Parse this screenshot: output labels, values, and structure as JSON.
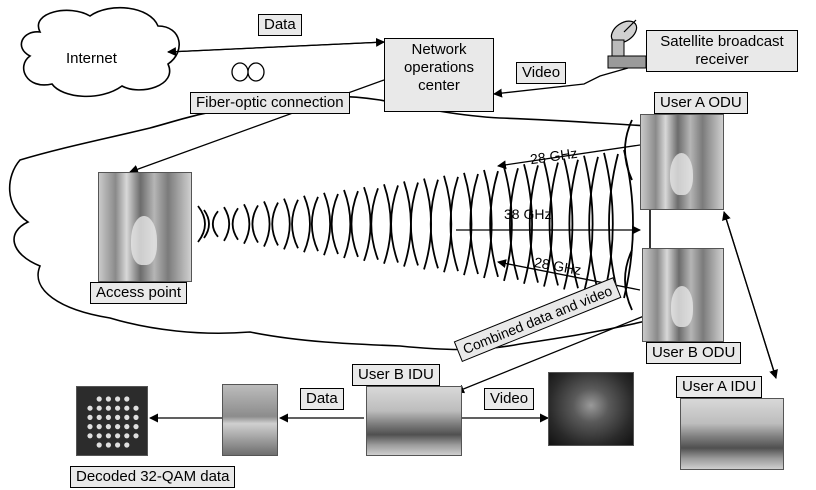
{
  "labels": {
    "internet": "Internet",
    "data_top": "Data",
    "noc": "Network operations center",
    "noc_lines": [
      "Network",
      "operations",
      "center"
    ],
    "video_top": "Video",
    "satellite_lines": [
      "Satellite broadcast",
      "receiver"
    ],
    "fiber": "Fiber-optic connection",
    "user_a_odu": "User A ODU",
    "freq_top": "28 GHz",
    "freq_mid": "38 GHz",
    "freq_bottom": "28 GHz",
    "access_point": "Access point",
    "combined": "Combined data and video",
    "user_b_odu": "User B ODU",
    "user_b_idu": "User B IDU",
    "data_bottom": "Data",
    "video_bottom": "Video",
    "user_a_idu": "User A IDU",
    "decoded": "Decoded 32-QAM data"
  },
  "colors": {
    "label_fill": "#e9e9e9",
    "stroke": "#000000"
  }
}
